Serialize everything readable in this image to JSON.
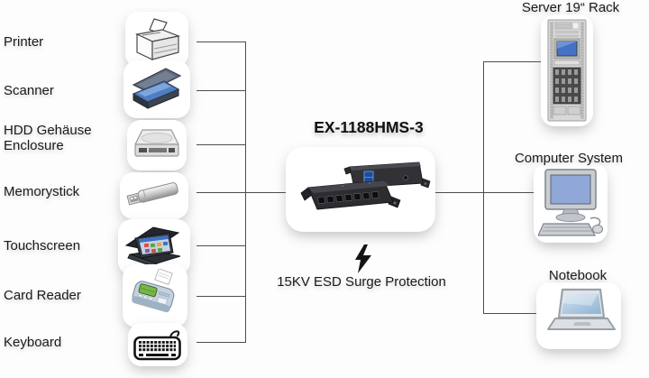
{
  "diagram": {
    "product_title": "EX-1188HMS-3",
    "surge_protection": {
      "label": "15KV ESD Surge Protection",
      "icon": "lightning-bolt-icon"
    },
    "hub_icon": "usb-hub-device-image",
    "colors": {
      "line": "#4d4d4d",
      "text": "#1a1a1a",
      "device_body": "#2d2d31",
      "screen_blue": "#4472c4"
    },
    "left_devices": [
      {
        "label": "Printer",
        "icon": "printer-icon"
      },
      {
        "label": "Scanner",
        "icon": "scanner-icon"
      },
      {
        "label": "HDD Gehäuse\nEnclosure",
        "icon": "hdd-enclosure-icon"
      },
      {
        "label": "Memorystick",
        "icon": "memorystick-icon"
      },
      {
        "label": "Touchscreen",
        "icon": "touchscreen-icon"
      },
      {
        "label": "Card Reader",
        "icon": "card-reader-icon"
      },
      {
        "label": "Keyboard",
        "icon": "keyboard-icon"
      }
    ],
    "right_devices": [
      {
        "label": "Server 19“ Rack",
        "icon": "server-rack-icon"
      },
      {
        "label": "Computer System",
        "icon": "desktop-computer-icon"
      },
      {
        "label": "Notebook",
        "icon": "notebook-icon"
      }
    ]
  }
}
